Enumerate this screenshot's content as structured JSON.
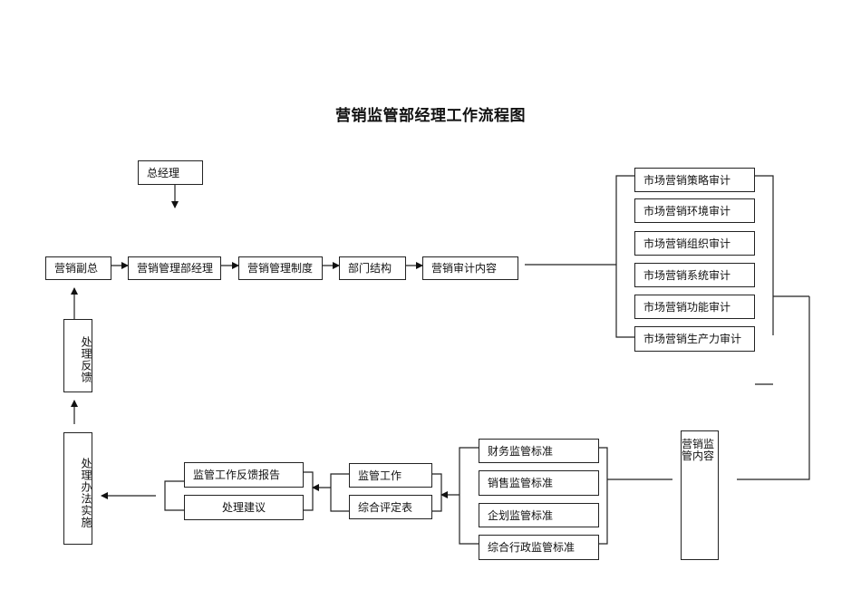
{
  "title": "营销监管部经理工作流程图",
  "nodes": {
    "general_manager": "总经理",
    "vp_marketing": "营销副总",
    "marketing_mgmt_manager": "营销管理部经理",
    "marketing_mgmt_system": "营销管理制度",
    "department_structure": "部门结构",
    "marketing_audit_content": "营销审计内容",
    "audit_items": [
      "市场营销策略审计",
      "市场营销环境审计",
      "市场营销组织审计",
      "市场营销系统审计",
      "市场营销功能审计",
      "市场营销生产力审计"
    ],
    "marketing_supervision_content": "营销监管内容",
    "standards": [
      "财务监管标准",
      "销售监管标准",
      "企划监管标准",
      "综合行政监管标准"
    ],
    "supervision_work": "监管工作",
    "comprehensive_evaluation": "综合评定表",
    "feedback_report": "监管工作反馈报告",
    "handling_suggestion": "处理建议",
    "handling_implementation": "处理办法实施",
    "handling_feedback": "处理反馈"
  },
  "colors": {
    "line": "#222222",
    "background": "#ffffff"
  }
}
